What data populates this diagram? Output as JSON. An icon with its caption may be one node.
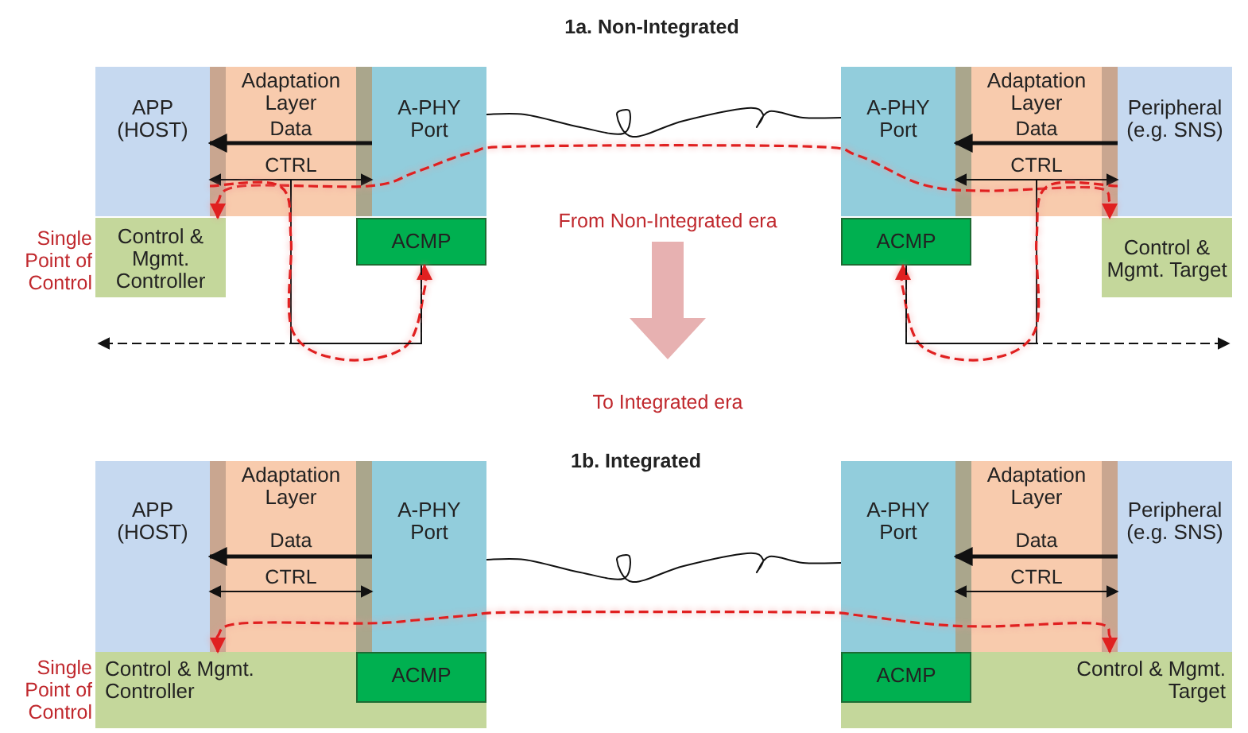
{
  "diagram": {
    "nodes": [
      {
        "text": [
          "APP (HOST)"
        ]
      },
      {
        "text": [
          "Adaptation Layer"
        ]
      },
      {
        "text": [
          "A-PHY Port"
        ]
      },
      {
        "text": [
          "ACMP"
        ]
      },
      {
        "text": [
          "Control & Mgmt. Controller"
        ]
      },
      {
        "text": [
          "A-PHY Port"
        ]
      },
      {
        "text": [
          "Adaptation Layer"
        ]
      },
      {
        "text": [
          "Peripheral (e.g. SNS)"
        ]
      },
      {
        "text": [
          "ACMP"
        ]
      },
      {
        "text": [
          "Control & Mgmt. Target"
        ]
      },
      {
        "text": [
          "APP (HOST)"
        ]
      },
      {
        "text": [
          "Adaptation Layer"
        ]
      },
      {
        "text": [
          "A-PHY Port"
        ]
      },
      {
        "text": [
          "Control & Mgmt. Controller"
        ]
      },
      {
        "text": [
          "ACMP"
        ],
        "in": 13
      },
      {
        "text": [
          "A-PHY Port"
        ]
      },
      {
        "text": [
          "Adaptation Layer"
        ]
      },
      {
        "text": [
          "Peripheral (e.g. SNS)"
        ]
      },
      {
        "text": [
          "Control & Mgmt. Target"
        ]
      },
      {
        "text": [
          "ACMP"
        ],
        "in": 18
      }
    ],
    "edges": [
      {
        "from": 2,
        "to": 0,
        "arrow": "to",
        "label": "Data",
        "style": "thick"
      },
      {
        "from": 0,
        "to": 2,
        "arrow": "both",
        "label": "CTRL"
      },
      {
        "from": 2,
        "to": 5,
        "arrow": "none"
      },
      {
        "from": 7,
        "to": 5,
        "arrow": "to",
        "label": "Data",
        "style": "thick"
      },
      {
        "from": 5,
        "to": 7,
        "arrow": "both",
        "label": "CTRL"
      },
      {
        "from": 4,
        "to": 9,
        "arrow": "both",
        "style": "dashed",
        "color": "#e02020"
      },
      {
        "from": 0,
        "to": 3,
        "arrow": "none"
      },
      {
        "from": 0,
        "to": 3,
        "arrow": "to",
        "style": "dashed",
        "color": "#e02020"
      },
      {
        "from": 7,
        "to": 8,
        "arrow": "none"
      },
      {
        "from": 7,
        "to": 8,
        "arrow": "to",
        "style": "dashed",
        "color": "#e02020"
      },
      {
        "from": 12,
        "to": 10,
        "arrow": "to",
        "label": "Data",
        "style": "thick"
      },
      {
        "from": 10,
        "to": 12,
        "arrow": "both",
        "label": "CTRL"
      },
      {
        "from": 12,
        "to": 15,
        "arrow": "none"
      },
      {
        "from": 17,
        "to": 15,
        "arrow": "to",
        "label": "Data",
        "style": "thick"
      },
      {
        "from": 15,
        "to": 17,
        "arrow": "both",
        "label": "CTRL"
      },
      {
        "from": 13,
        "to": 18,
        "arrow": "both",
        "style": "dashed",
        "color": "#e02020"
      },
      {
        "from": 3,
        "to": null,
        "arrow": "to",
        "style": "dashed"
      },
      {
        "from": 8,
        "to": null,
        "arrow": "to",
        "style": "dashed"
      }
    ],
    "labels": [
      "1a. Non-Integrated",
      "Single Point of Control",
      "From Non-Integrated era",
      "To Integrated era",
      "1b. Integrated",
      "Single Point of Control"
    ]
  }
}
